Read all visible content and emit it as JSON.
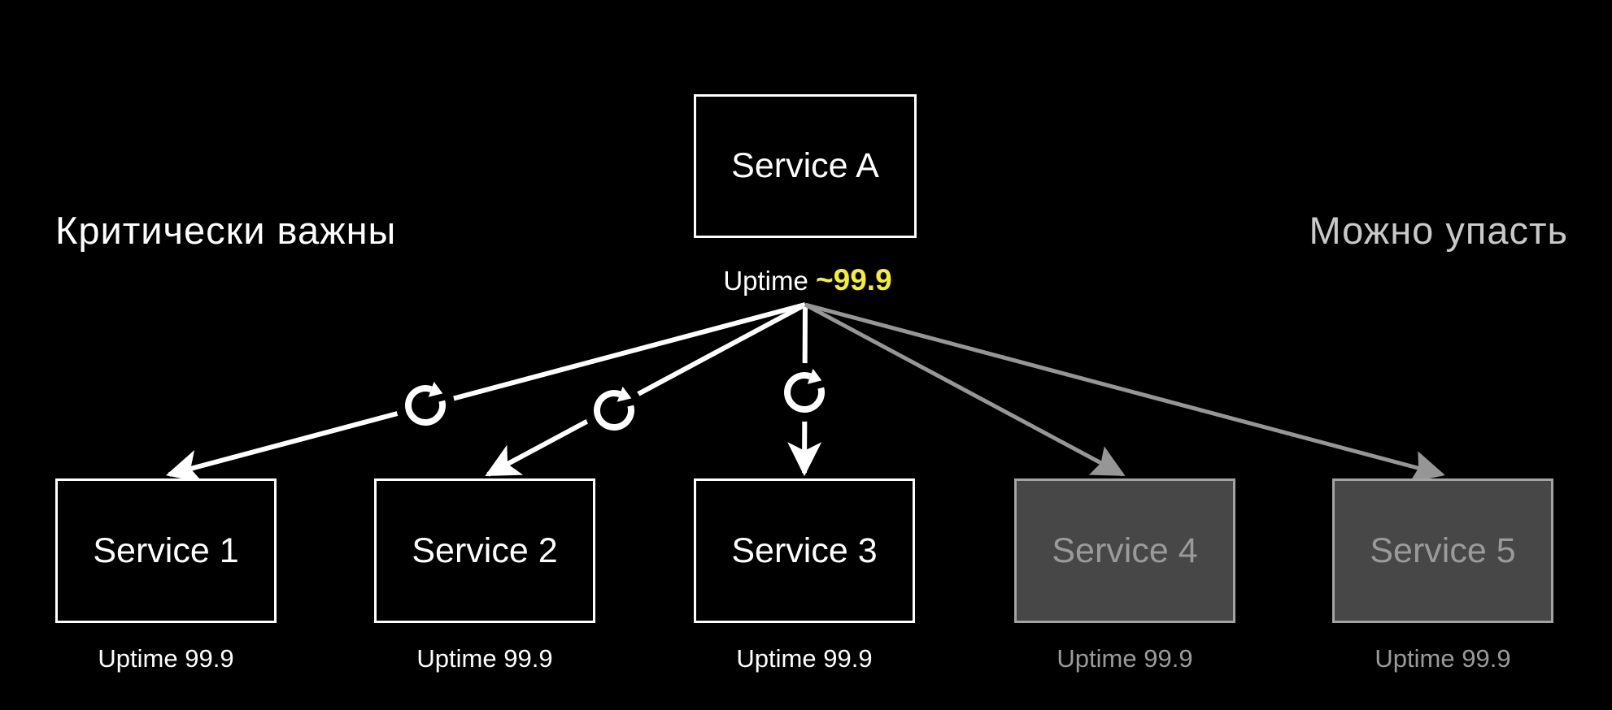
{
  "side_labels": {
    "left": "Критически важны",
    "right": "Можно упасть"
  },
  "root_service": {
    "label": "Service A",
    "uptime_prefix": "Uptime",
    "uptime_value": "~99.9"
  },
  "services": [
    {
      "label": "Service 1",
      "uptime": "Uptime 99.9",
      "group": "critical",
      "retry": true
    },
    {
      "label": "Service 2",
      "uptime": "Uptime 99.9",
      "group": "critical",
      "retry": true
    },
    {
      "label": "Service 3",
      "uptime": "Uptime 99.9",
      "group": "critical",
      "retry": true
    },
    {
      "label": "Service 4",
      "uptime": "Uptime 99.9",
      "group": "optional",
      "retry": false
    },
    {
      "label": "Service 5",
      "uptime": "Uptime 99.9",
      "group": "optional",
      "retry": false
    }
  ],
  "icons": {
    "retry": "clockwise-retry-arrow"
  },
  "colors": {
    "background": "#000000",
    "critical_stroke": "#ffffff",
    "critical_text": "#ffffff",
    "optional_fill": "#474747",
    "optional_stroke": "#a3a3a3",
    "optional_text": "#9a9a9a",
    "arrow_critical": "#ffffff",
    "arrow_optional": "#969696",
    "uptime_highlight": "#f5ee33",
    "right_label_text": "#c9c9c9"
  }
}
